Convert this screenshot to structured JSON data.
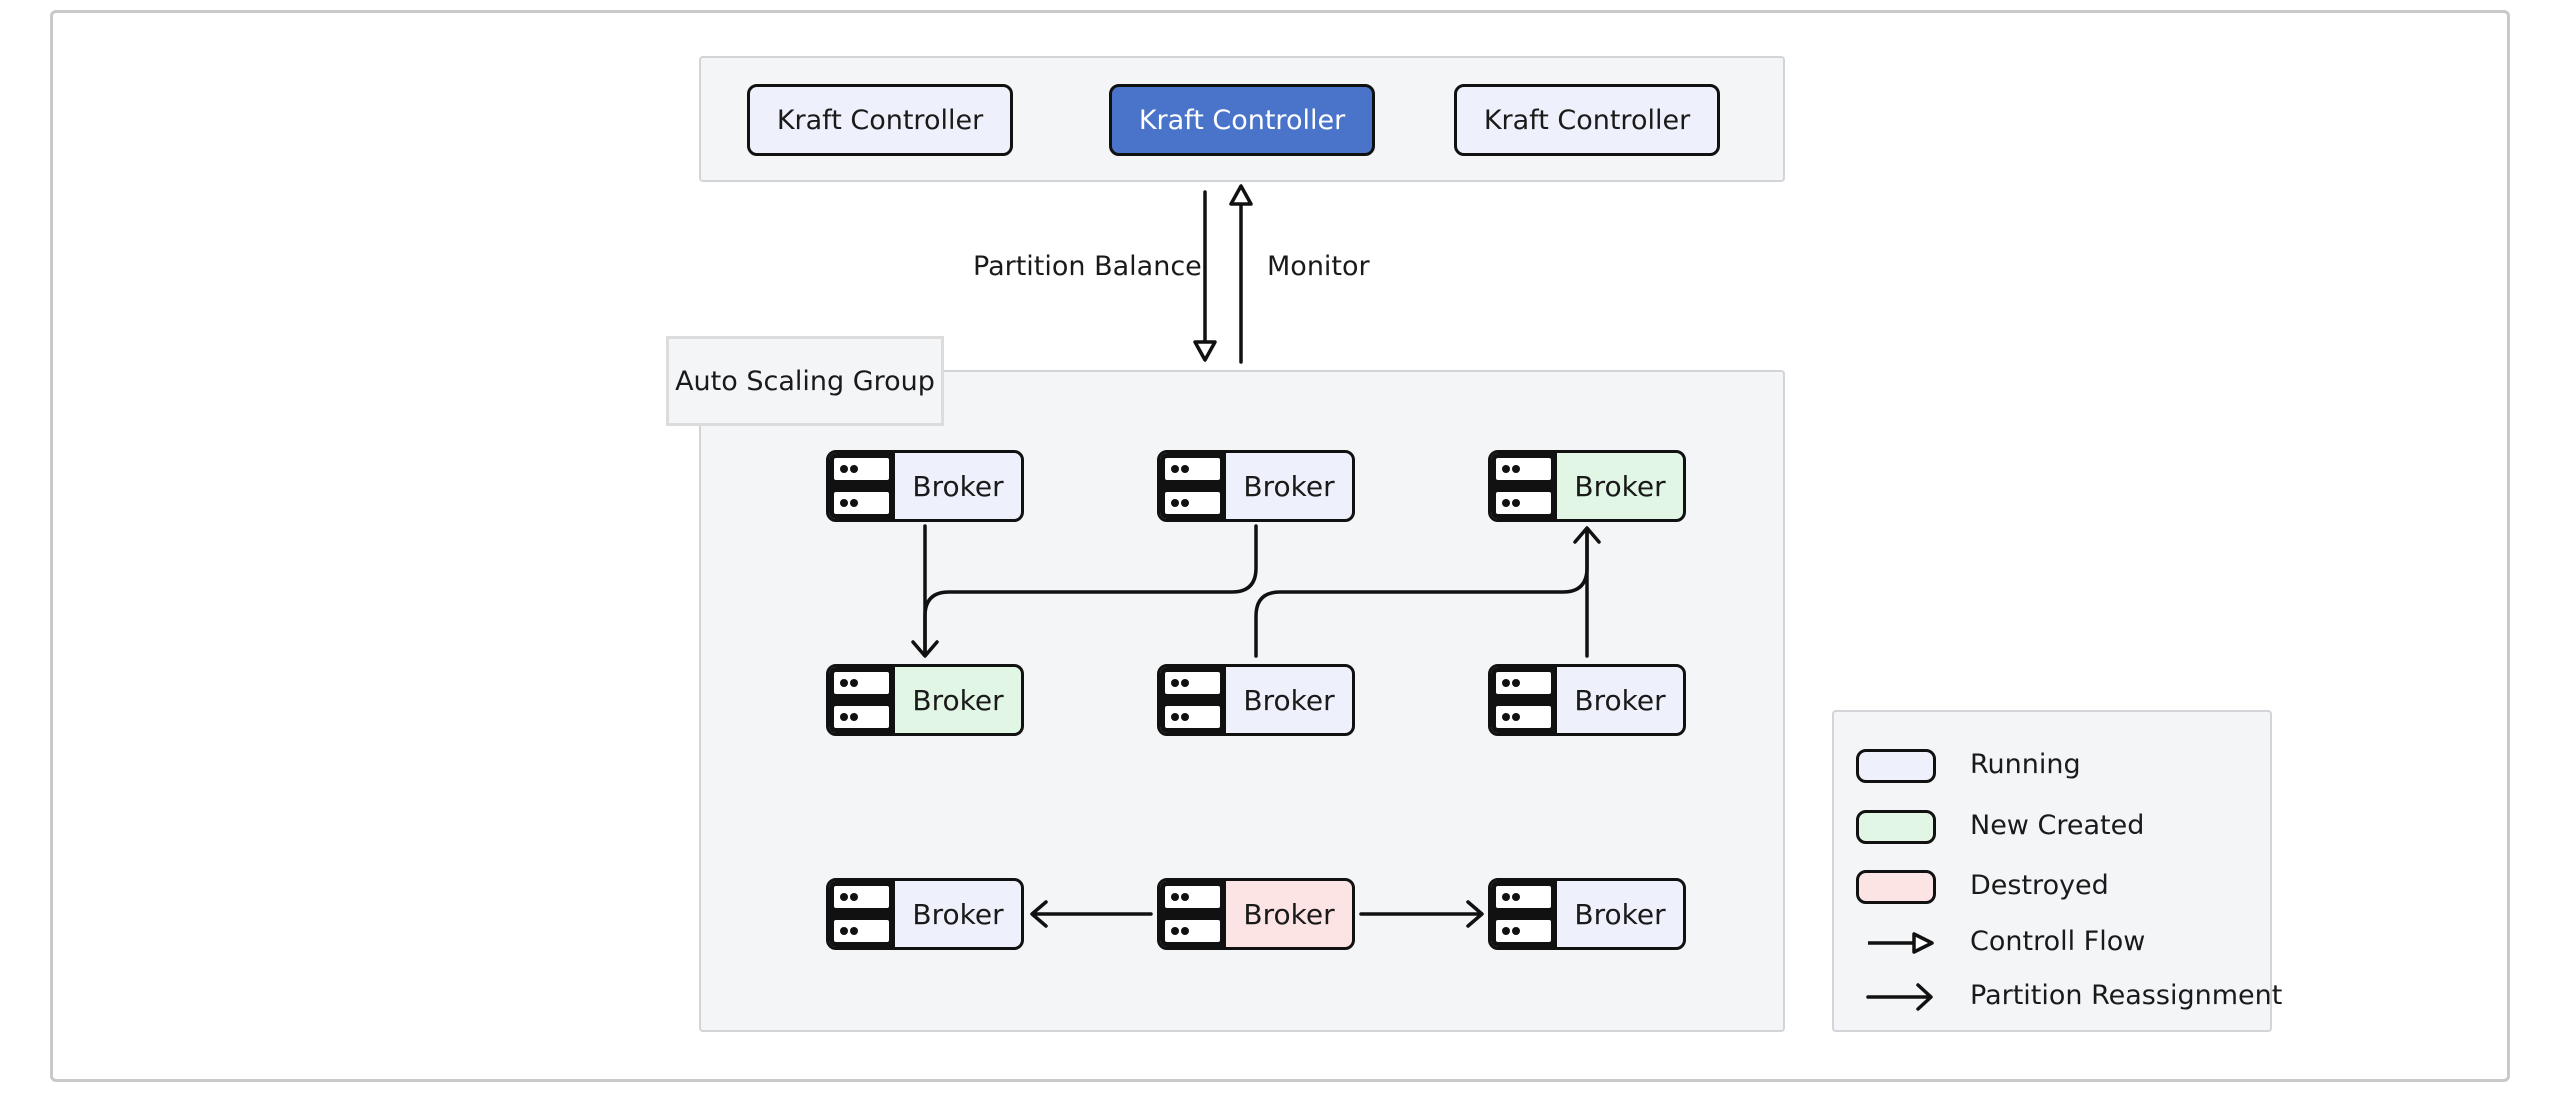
{
  "controllers": [
    {
      "label": "Kraft Controller",
      "state": "standby"
    },
    {
      "label": "Kraft Controller",
      "state": "leader"
    },
    {
      "label": "Kraft Controller",
      "state": "standby"
    }
  ],
  "flow_labels": {
    "down": "Partition Balance",
    "up": "Monitor"
  },
  "group_label": "Auto Scaling Group",
  "brokers": [
    {
      "label": "Broker",
      "status": "running"
    },
    {
      "label": "Broker",
      "status": "running"
    },
    {
      "label": "Broker",
      "status": "new"
    },
    {
      "label": "Broker",
      "status": "new"
    },
    {
      "label": "Broker",
      "status": "running"
    },
    {
      "label": "Broker",
      "status": "running"
    },
    {
      "label": "Broker",
      "status": "running"
    },
    {
      "label": "Broker",
      "status": "destroyed"
    },
    {
      "label": "Broker",
      "status": "running"
    }
  ],
  "legend": {
    "running": "Running",
    "new_created": "New Created",
    "destroyed": "Destroyed",
    "control_flow": "Controll Flow",
    "partition_reassignment": "Partition Reassignment"
  },
  "colors": {
    "running": "#eef1fb",
    "new_created": "#e2f6e6",
    "destroyed": "#fde4e4",
    "leader": "#4a74c9",
    "panel": "#f4f5f7"
  }
}
